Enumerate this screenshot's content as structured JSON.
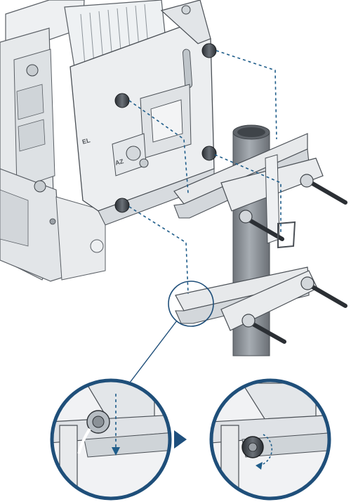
{
  "diagram": {
    "subject": "mounting-bracket-pole-installation",
    "steps_shown": 2,
    "colors": {
      "device": "#e9ecee",
      "device_shadow": "#c9ced2",
      "pole": "#858a90",
      "pole_light": "#a7adb3",
      "bracket": "#e4e6e8",
      "outline": "#4a4f55",
      "guide_line": "#1f5d8a",
      "callout_ring": "#1f4f7a",
      "arrow": "#1e4f7d",
      "bolt": "#2b2f34"
    },
    "icons": [
      "device-icon",
      "pole-icon",
      "u-bracket-icon",
      "bolt-icon",
      "arrow-right-icon",
      "rotate-arrow-icon"
    ],
    "embossed_labels": {
      "elevation": "EL",
      "azimuth": "AZ"
    }
  }
}
